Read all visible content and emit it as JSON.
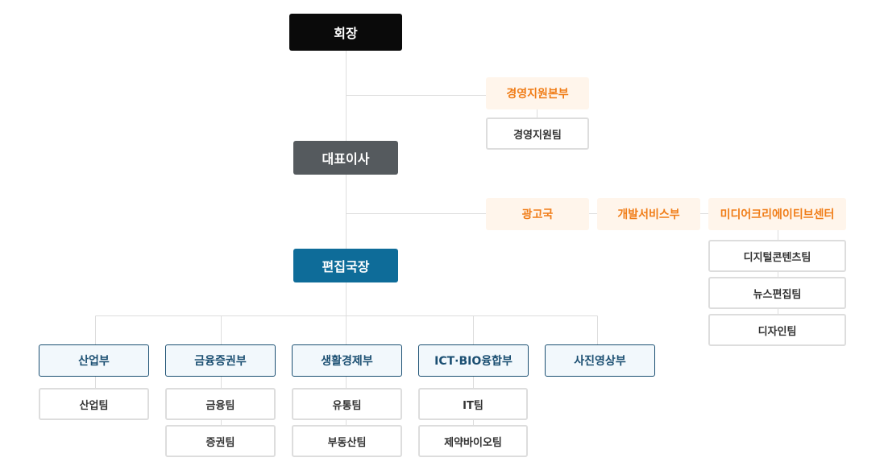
{
  "chair": "회장",
  "ceo": "대표이사",
  "editor": "편집국장",
  "management": {
    "division": "경영지원본부",
    "teams": [
      "경영지원팀"
    ]
  },
  "digital": {
    "ad": "광고국",
    "dev": "개발서비스부",
    "media_center": "미디어크리에이티브센터",
    "teams": [
      "디지털콘텐츠팀",
      "뉴스편집팀",
      "디자인팀"
    ]
  },
  "departments": [
    {
      "name": "산업부",
      "teams": [
        "산업팀"
      ]
    },
    {
      "name": "금융증권부",
      "teams": [
        "금융팀",
        "증권팀"
      ]
    },
    {
      "name": "생활경제부",
      "teams": [
        "유통팀",
        "부동산팀"
      ]
    },
    {
      "name": "ICT·BIO융합부",
      "teams": [
        "IT팀",
        "제약바이오팀"
      ]
    },
    {
      "name": "사진영상부",
      "teams": []
    }
  ],
  "colors": {
    "chair_bg": "#0a0a0a",
    "ceo_bg": "#555a5e",
    "editor_bg": "#0e6c99",
    "orange_text": "#f07d18",
    "orange_bg": "#fff5eb",
    "dept_border": "#1b4f72",
    "dept_bg": "#f2f8fc",
    "team_border": "#dddddd",
    "line": "#dddddd"
  }
}
